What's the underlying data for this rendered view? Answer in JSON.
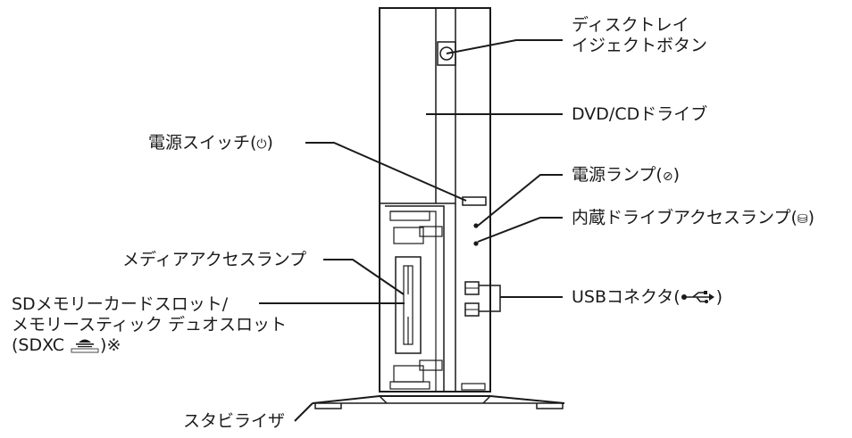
{
  "labels": {
    "eject_line1": "ディスクトレイ",
    "eject_line2": "イジェクトボタン",
    "dvd_drive": "DVD/CDドライブ",
    "power_switch": "電源スイッチ(",
    "power_switch_close": ")",
    "power_lamp": "電源ランプ(",
    "power_lamp_close": ")",
    "drive_lamp": "内蔵ドライブアクセスランプ(",
    "drive_lamp_close": ")",
    "media_lamp": "メディアアクセスランプ",
    "sd_line1": "SDメモリーカードスロット/",
    "sd_line2": "メモリースティック デュオスロット",
    "sd_line3_a": "(SDXC ",
    "sd_line3_b": ")※",
    "usb": "USBコネクタ(",
    "usb_close": ")",
    "stand": "スタビライザ"
  },
  "icons": {
    "power_switch": "power-icon",
    "power_lamp": "power-lamp-icon",
    "drive_lamp": "drive-access-icon",
    "usb": "usb-icon",
    "memory_stick_pro_duo": "memory-stick-pro-duo-logo"
  },
  "colors": {
    "line": "#1a1a1a",
    "fill": "#ffffff"
  }
}
